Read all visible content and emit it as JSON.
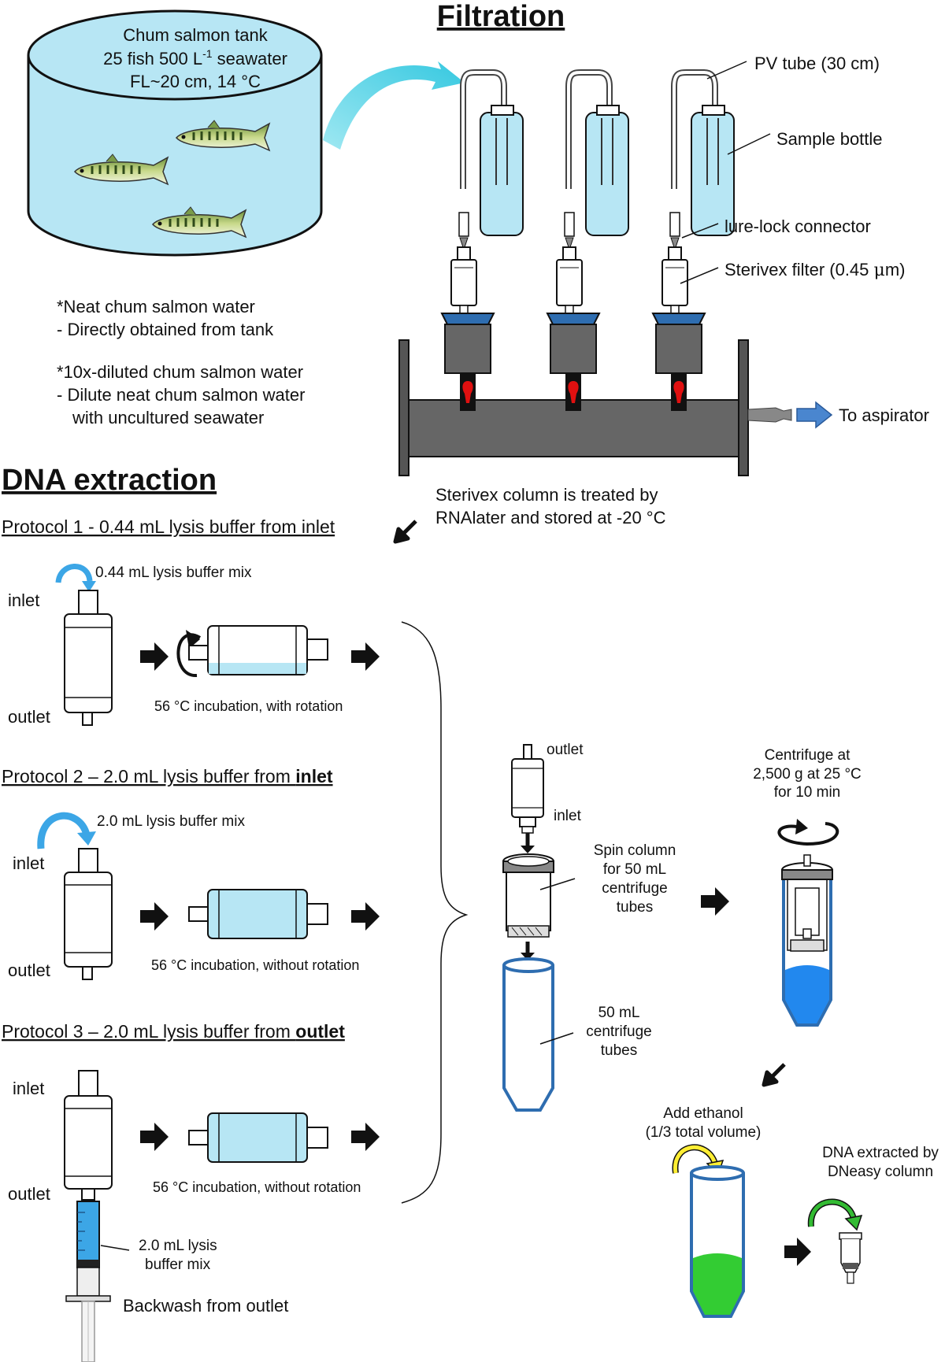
{
  "colors": {
    "water": "#b7e6f4",
    "buffer": "#3ca6e6",
    "manifold": "#666666",
    "funnel": "#2e6db0",
    "valve": "#e01010",
    "ethanol_arrow": "#ffee33",
    "dna_arrow": "#33bb33",
    "ethanol": "#33cc33",
    "centrifuge_liquid": "#2288ee"
  },
  "filtration": {
    "title": "Filtration",
    "pv_tube": "PV tube (30 cm)",
    "sample_bottle": "Sample bottle",
    "lure_lock": "lure-lock connector",
    "sterivex_pre": "Sterivex filter (0.45 ",
    "sterivex_mu": "μ",
    "sterivex_post": "m)",
    "to_aspirator": "To aspirator",
    "treated_1": "Sterivex column is treated by",
    "treated_2": "RNAlater and stored at -20 °C"
  },
  "tank": {
    "line1": "Chum salmon tank",
    "line2_a": "25 fish 500 L",
    "line2_sup": "-1",
    "line2_b": " seawater",
    "line3": "FL~20 cm, 14 °C"
  },
  "notes": {
    "neat_title": "*Neat chum salmon water",
    "neat_desc": "-  Directly obtained from tank",
    "diluted_title": "*10x-diluted chum salmon water",
    "diluted_desc1": "-  Dilute neat chum salmon water",
    "diluted_desc2": "with uncultured seawater"
  },
  "extraction": {
    "title": "DNA extraction",
    "p1_title": "Protocol 1 - 0.44 mL lysis buffer from inlet",
    "p1_mix": "0.44 mL lysis buffer mix",
    "p1_incub": "56 °C incubation, with rotation",
    "p2_title_a": "Protocol 2 – 2.0 mL lysis buffer from ",
    "p2_title_b": "inlet",
    "p2_mix": "2.0 mL lysis buffer mix",
    "p2_incub": "56 °C incubation, without rotation",
    "p3_title_a": "Protocol 3 – 2.0 mL lysis buffer from ",
    "p3_title_b": "outlet",
    "p3_incub": "56 °C incubation, without rotation",
    "p3_buffer1": "2.0 mL lysis",
    "p3_buffer2": "buffer mix",
    "backwash": "Backwash from outlet",
    "inlet": "inlet",
    "outlet": "outlet"
  },
  "centrifuge": {
    "outlet": "outlet",
    "inlet": "inlet",
    "spin1": "Spin column",
    "spin2": "for 50 mL",
    "spin3": "centrifuge",
    "spin4": "tubes",
    "tube1": "50 mL",
    "tube2": "centrifuge",
    "tube3": "tubes",
    "cent1": "Centrifuge at",
    "cent2": "2,500 g at 25 °C",
    "cent3": "for 10 min",
    "ethanol1": "Add ethanol",
    "ethanol2": "(1/3 total volume)",
    "dneasy1": "DNA extracted by",
    "dneasy2": "DNeasy column"
  }
}
